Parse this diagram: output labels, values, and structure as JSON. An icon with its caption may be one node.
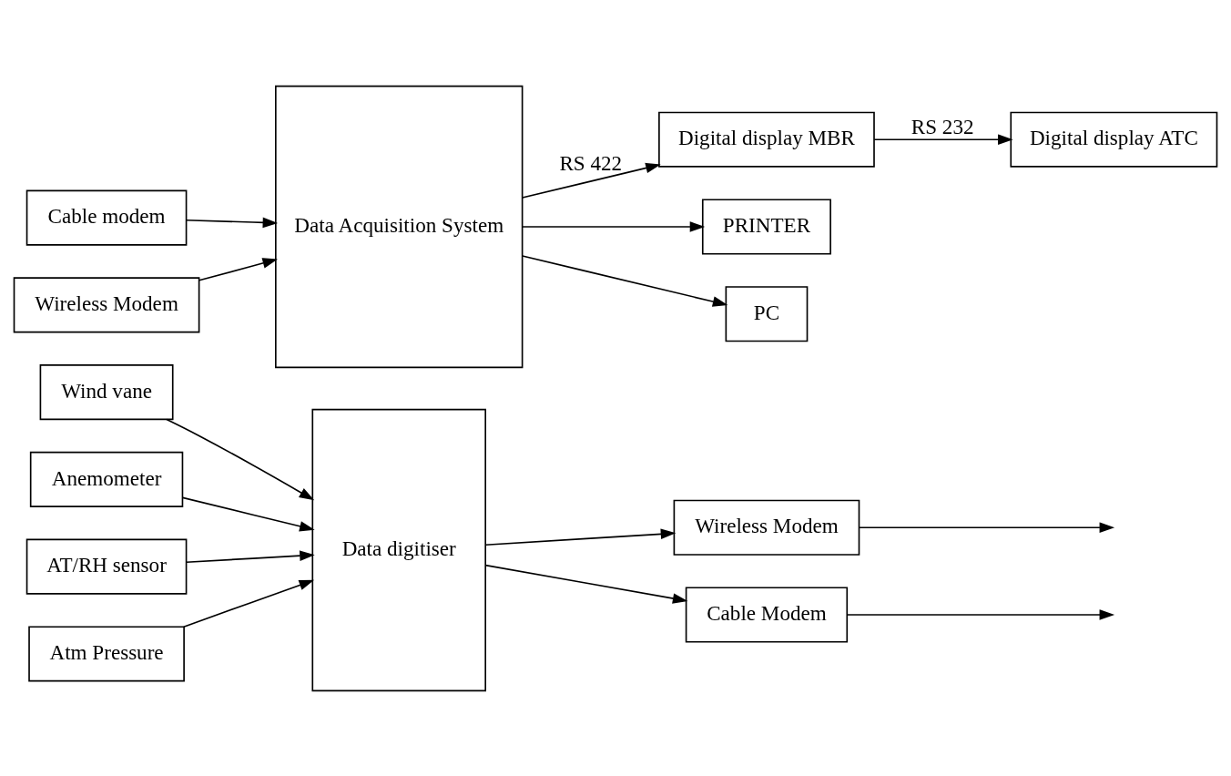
{
  "diagram": {
    "nodes": [
      {
        "text": [
          "Wind vane"
        ]
      },
      {
        "text": [
          "Anemometer"
        ]
      },
      {
        "text": [
          "AT/RH sensor"
        ]
      },
      {
        "text": [
          "Atm Pressure"
        ]
      },
      {
        "text": [
          "Data digitiser"
        ]
      },
      {
        "text": [
          "Wireless Modem"
        ]
      },
      {
        "text": [
          "Cable Modem"
        ]
      },
      {
        "text": [
          "Digital display ATC"
        ]
      },
      {
        "text": [
          "Digital display MBR"
        ]
      },
      {
        "text": [
          "Data Acquisition System"
        ]
      },
      {
        "text": [
          "Cable modem"
        ]
      },
      {
        "text": [
          "Wireless Modem"
        ]
      },
      {
        "text": [
          "PRINTER"
        ]
      },
      {
        "text": [
          "PC"
        ]
      }
    ],
    "edges": [
      {
        "from": 0,
        "to": 4,
        "arrow": "to"
      },
      {
        "from": 1,
        "to": 4,
        "arrow": "to"
      },
      {
        "from": 2,
        "to": 4,
        "arrow": "to"
      },
      {
        "from": 3,
        "to": 4,
        "arrow": "to"
      },
      {
        "from": 4,
        "to": 5,
        "arrow": "to"
      },
      {
        "from": 4,
        "to": 6,
        "arrow": "to"
      },
      {
        "from": 5,
        "to": null,
        "arrow": "to"
      },
      {
        "from": 6,
        "to": null,
        "arrow": "to"
      },
      {
        "from": 8,
        "to": 7,
        "arrow": "to",
        "label": "RS 232"
      },
      {
        "from": 9,
        "to": 8,
        "arrow": "to",
        "label": "RS 422"
      },
      {
        "from": 10,
        "to": 9,
        "arrow": "to"
      },
      {
        "from": 11,
        "to": 9,
        "arrow": "to"
      },
      {
        "from": 9,
        "to": 12,
        "arrow": "to"
      },
      {
        "from": 9,
        "to": 13,
        "arrow": "to"
      }
    ]
  }
}
